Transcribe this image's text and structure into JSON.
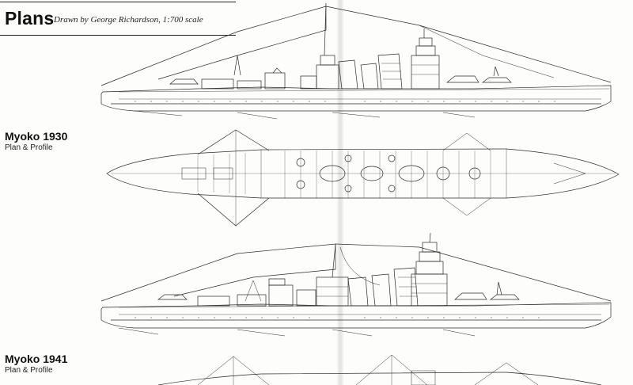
{
  "header": {
    "title": "Plans",
    "credit": "Drawn by George Richardson, 1:700 scale"
  },
  "captions": [
    {
      "title": "Myoko 1930",
      "subtitle": "Plan & Profile"
    },
    {
      "title": "Myoko 1941",
      "subtitle": "Plan & Profile"
    }
  ],
  "colors": {
    "ink": "#2a2a2a",
    "paper": "#fdfdfb"
  }
}
